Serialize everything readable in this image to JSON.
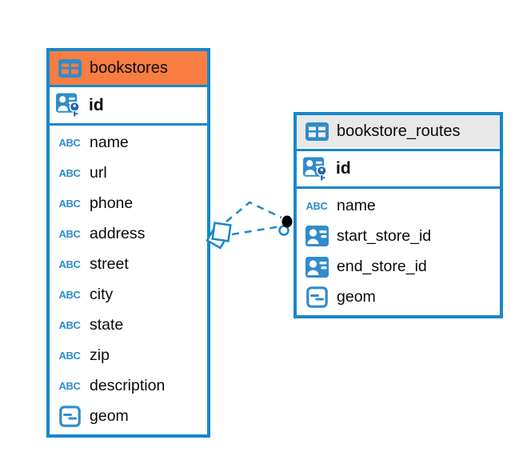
{
  "diagram": {
    "type": "entity-relationship",
    "background_color": "#ffffff",
    "accent_blue": "#1787CB",
    "icon_blue": "#2F8CCB",
    "text_color": "#0A0A0A",
    "icons": {
      "text_type_glyph": "ABC"
    },
    "tables": [
      {
        "name": "bookstores",
        "header_color": "#F87D42",
        "primary_key": {
          "name": "id",
          "type": "primary-key"
        },
        "columns": [
          {
            "name": "name",
            "type": "text"
          },
          {
            "name": "url",
            "type": "text"
          },
          {
            "name": "phone",
            "type": "text"
          },
          {
            "name": "address",
            "type": "text"
          },
          {
            "name": "street",
            "type": "text"
          },
          {
            "name": "city",
            "type": "text"
          },
          {
            "name": "state",
            "type": "text"
          },
          {
            "name": "zip",
            "type": "text"
          },
          {
            "name": "description",
            "type": "text"
          },
          {
            "name": "geom",
            "type": "geometry"
          }
        ]
      },
      {
        "name": "bookstore_routes",
        "header_color": "#E8E8E8",
        "primary_key": {
          "name": "id",
          "type": "primary-key"
        },
        "columns": [
          {
            "name": "name",
            "type": "text"
          },
          {
            "name": "start_store_id",
            "type": "reference"
          },
          {
            "name": "end_store_id",
            "type": "reference"
          },
          {
            "name": "geom",
            "type": "geometry"
          }
        ]
      }
    ],
    "relationships": {
      "count": 2,
      "from_table": "bookstores",
      "to_table": "bookstore_routes",
      "line_style": "dashed",
      "source_marker": "diamond",
      "target_marker": "filled-dot-and-ring"
    }
  }
}
